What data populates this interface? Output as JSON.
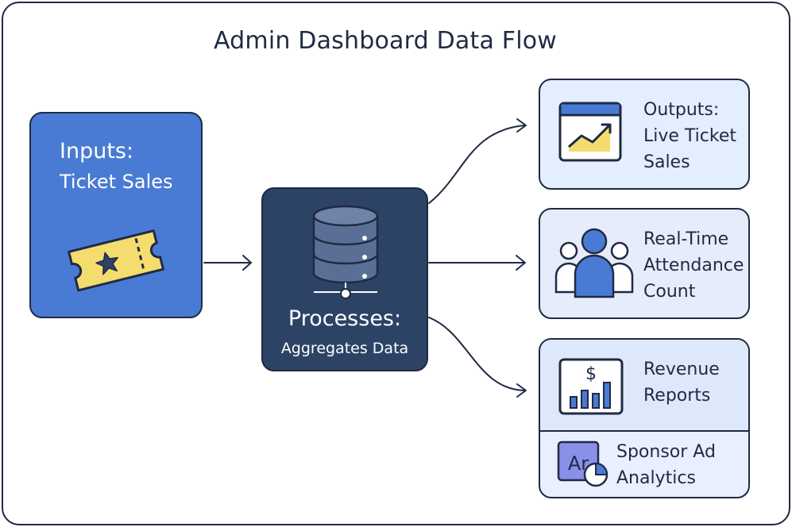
{
  "title": "Admin Dashboard Data Flow",
  "inputs": {
    "heading": "Inputs:",
    "subheading": "Ticket Sales"
  },
  "processes": {
    "heading": "Processes:",
    "subheading": "Aggregates Data"
  },
  "outputs": [
    {
      "line1": "Outputs:",
      "line2": "Live Ticket",
      "line3": "Sales"
    },
    {
      "line1": "Real-Time",
      "line2": "Attendance",
      "line3": "Count"
    },
    {
      "line1": "Revenue",
      "line2": "Reports"
    },
    {
      "line1": "Sponsor Ad",
      "line2": "Analytics",
      "icon_text": "Ar"
    }
  ],
  "icons": [
    "ticket-icon",
    "database-icon",
    "line-chart-window-icon",
    "people-group-icon",
    "dollar-bar-chart-icon",
    "ad-pie-chart-icon"
  ],
  "colors": {
    "input_box": "#4a7bd4",
    "process_box": "#2c4366",
    "output_box": "#e3efff",
    "ticket": "#f4dc6e",
    "accent_blue": "#4a7bd4"
  }
}
